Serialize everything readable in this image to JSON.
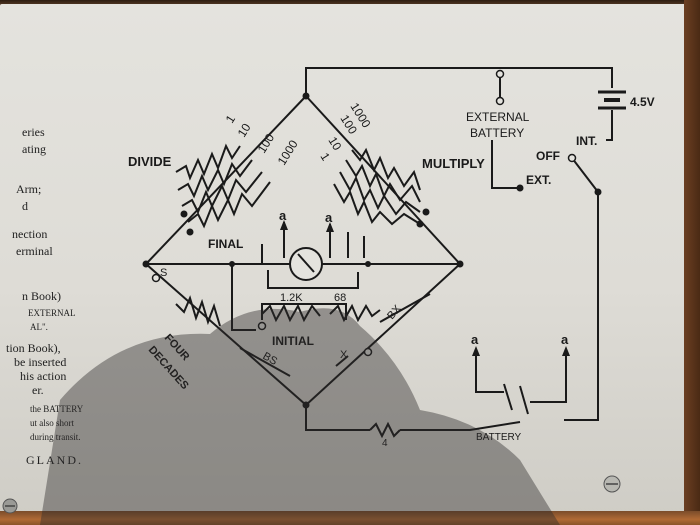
{
  "left_instructions": {
    "lines": [
      "eries",
      "ating",
      "Arm;",
      "d",
      "nection",
      "erminal",
      "n Book)",
      "EXTERNAL",
      "AL\".",
      "tion Book),",
      "be inserted",
      "his action",
      "er.",
      "the BATTERY",
      "ut also short",
      "during transit.",
      "GLAND."
    ]
  },
  "schematic": {
    "divide_label": "DIVIDE",
    "multiply_label": "MULTIPLY",
    "divide_steps": [
      "1",
      "10",
      "100",
      "1000"
    ],
    "multiply_steps": [
      "1000",
      "100",
      "10",
      "1"
    ],
    "external_battery_label_1": "EXTERNAL",
    "external_battery_label_2": "BATTERY",
    "battery_voltage": "4.5V",
    "int_label": "INT.",
    "off_label": "OFF",
    "ext_label": "EXT.",
    "final_label": "FINAL",
    "initial_label": "INITIAL",
    "resistor_1": "1.2K",
    "resistor_2": "68",
    "s_label": "S",
    "four_label": "FOUR",
    "decades_label": "DECADES",
    "bs_label": "BS",
    "bx_label": "BX",
    "x_label": "X",
    "a_label": "a",
    "r4_label": "4",
    "battery_label": "BATTERY"
  }
}
